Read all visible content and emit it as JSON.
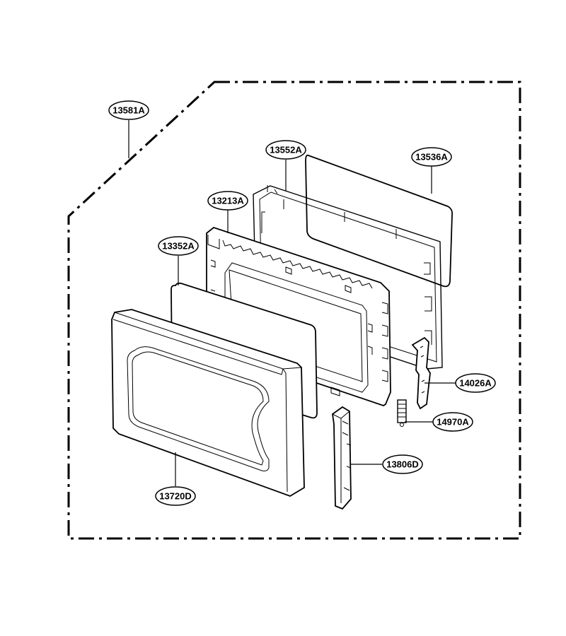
{
  "diagram": {
    "labels": {
      "enclosure": "13581A",
      "choke_frame": "13552A",
      "door_screen": "13536A",
      "door_frame": "13213A",
      "door_glass": "13352A",
      "door_panel": "13720D",
      "latch_hook": "14026A",
      "hook_spring": "14970A",
      "handle": "13806D"
    }
  }
}
